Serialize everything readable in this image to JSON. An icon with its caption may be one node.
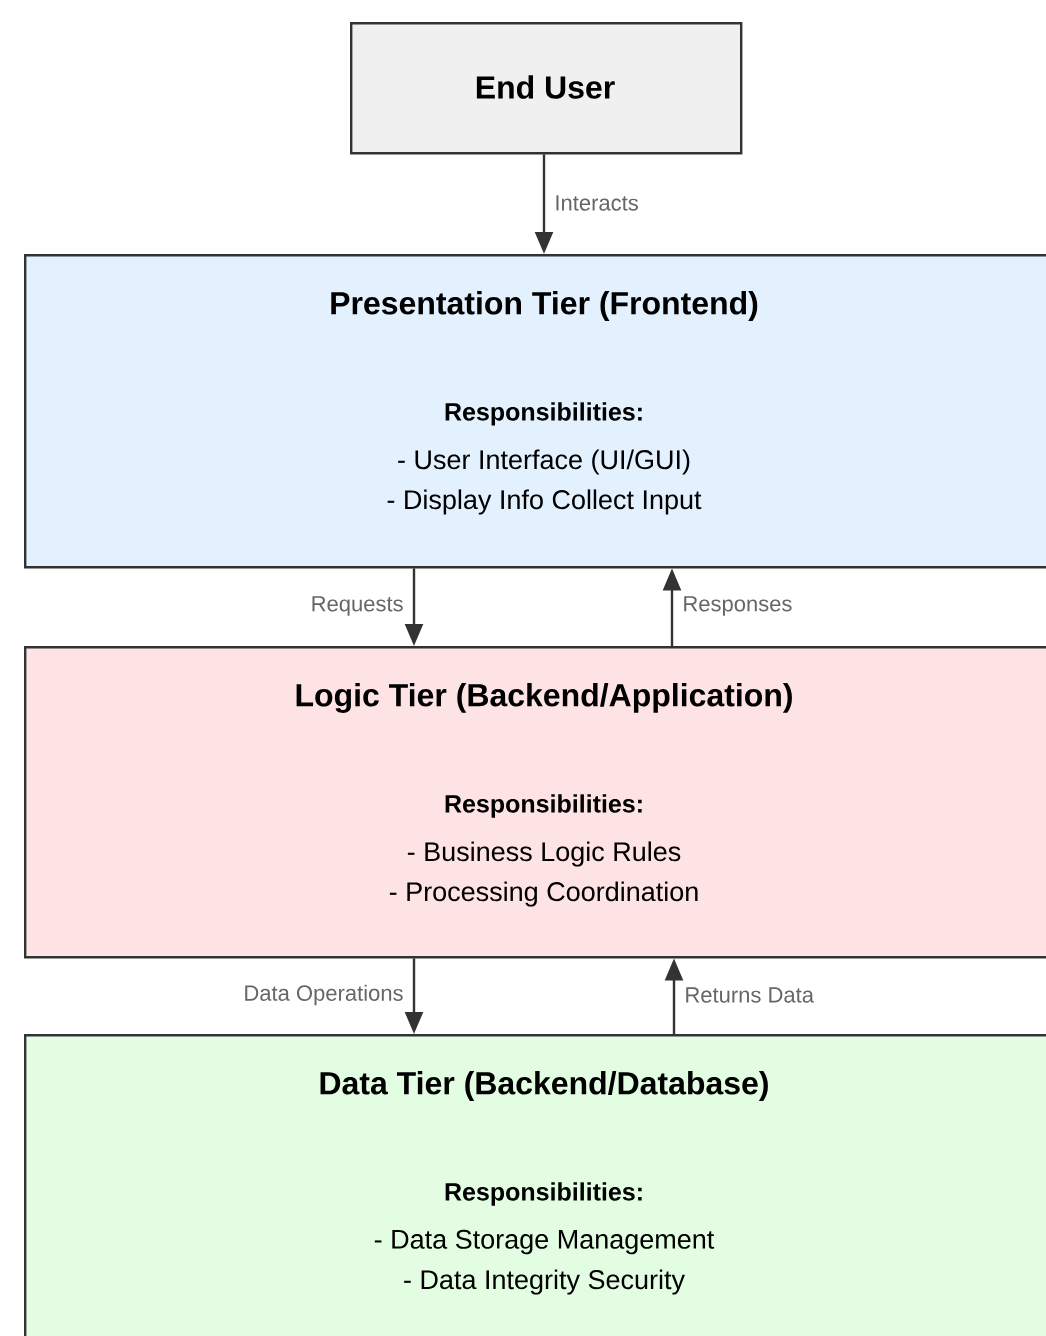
{
  "diagram": {
    "nodes": [
      {
        "text": [
          "End User"
        ]
      },
      {
        "text": [
          "Presentation Tier (Frontend)",
          "Responsibilities:",
          "- User Interface (UI/GUI)",
          "- Display Info Collect Input"
        ]
      },
      {
        "text": [
          "Logic Tier (Backend/Application)",
          "Responsibilities:",
          "- Business Logic Rules",
          "- Processing Coordination"
        ]
      },
      {
        "text": [
          "Data Tier (Backend/Database)",
          "Responsibilities:",
          "- Data Storage Management",
          "- Data Integrity Security"
        ]
      }
    ],
    "edges": [
      {
        "from": 0,
        "to": 1,
        "arrow": "to",
        "label": "Interacts"
      },
      {
        "from": 1,
        "to": 2,
        "arrow": "to",
        "label": "Requests"
      },
      {
        "from": 2,
        "to": 1,
        "arrow": "to",
        "label": "Responses"
      },
      {
        "from": 2,
        "to": 3,
        "arrow": "to",
        "label": "Data Operations"
      },
      {
        "from": 3,
        "to": 2,
        "arrow": "to",
        "label": "Returns Data"
      }
    ]
  }
}
